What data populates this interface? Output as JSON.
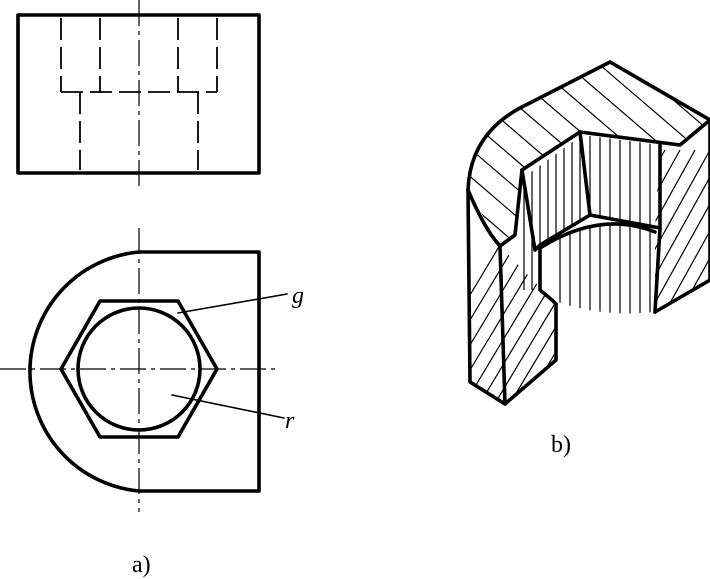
{
  "view_a": {
    "caption": "a)",
    "label_g": "g",
    "label_r": "r"
  },
  "view_b": {
    "caption": "b)"
  }
}
